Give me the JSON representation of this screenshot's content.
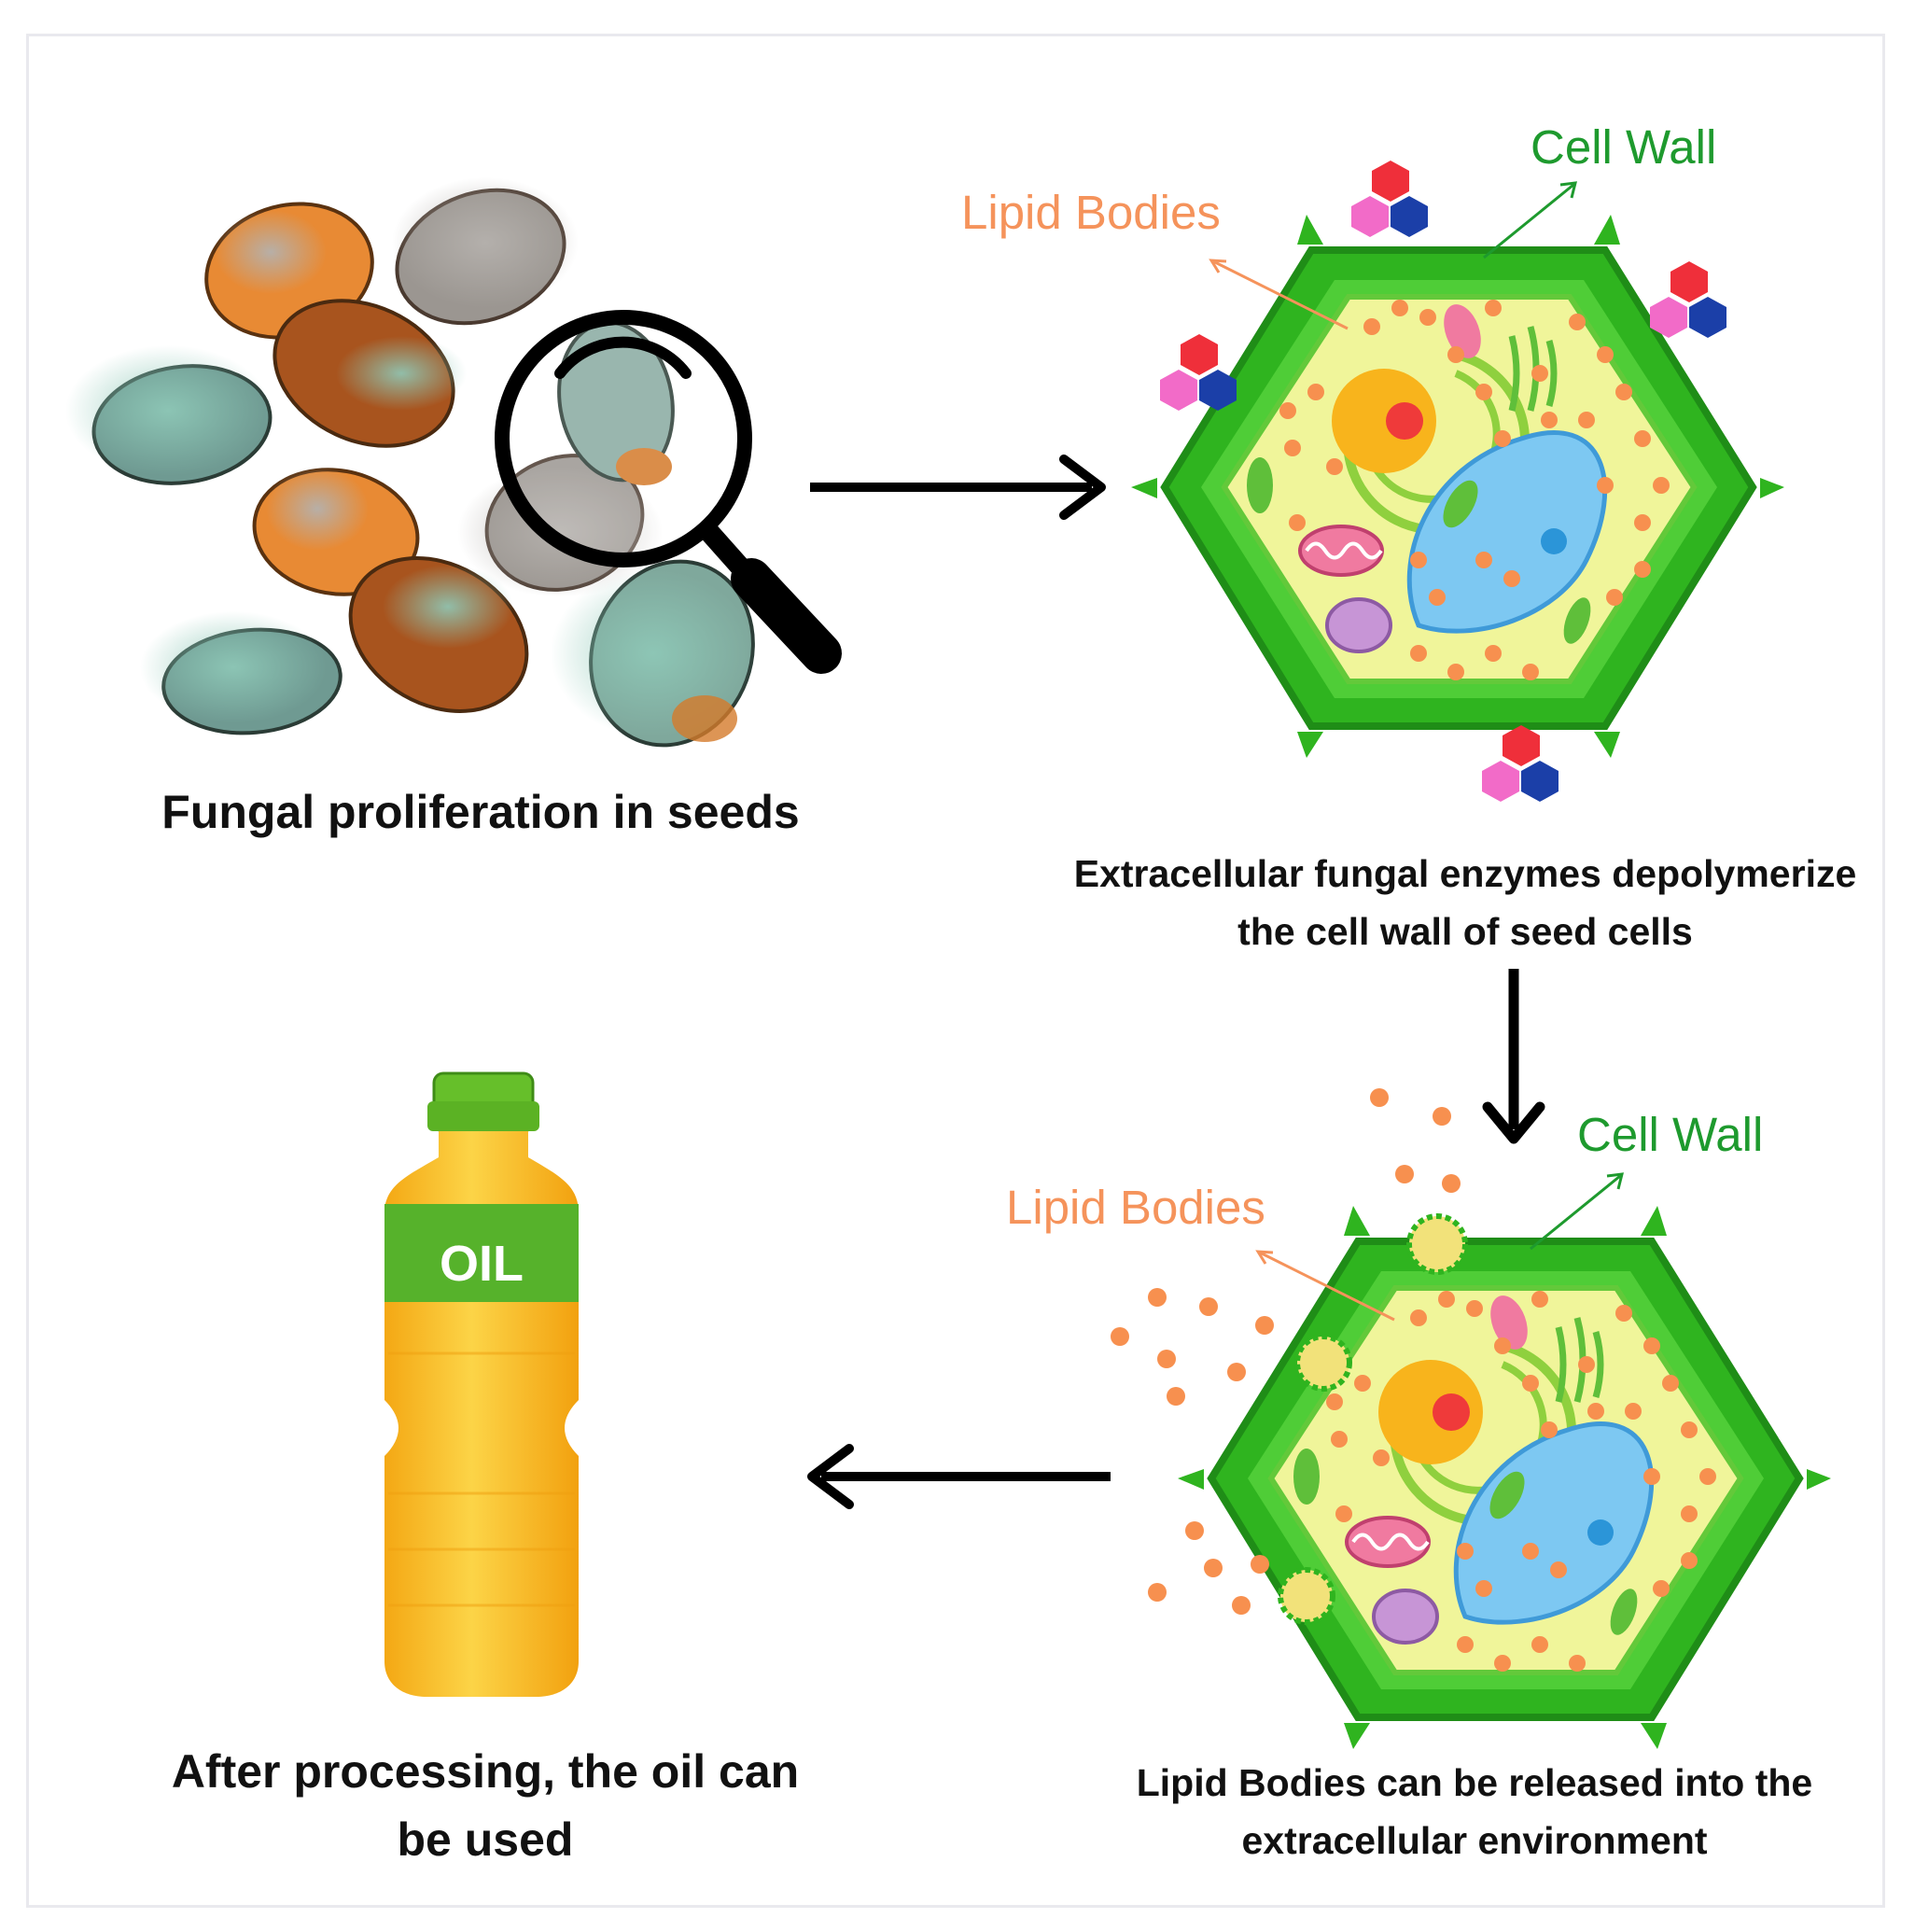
{
  "labels": {
    "cell_wall_top": "Cell Wall",
    "lipid_bodies_top": "Lipid Bodies",
    "cell_wall_bottom": "Cell Wall",
    "lipid_bodies_bottom": "Lipid Bodies",
    "oil_label": "OIL"
  },
  "captions": {
    "fungal": "Fungal proliferation in seeds",
    "enzymes": "Extracellular fungal enzymes depolymerize the cell wall of seed cells",
    "oil_used": "After processing, the oil can be used",
    "released": "Lipid Bodies can be released into the extracellular environment"
  },
  "colors": {
    "cell_wall": "#2fb41f",
    "cytoplasm": "#f0f59a",
    "lipid": "#f7904f",
    "vacuole": "#7dc8f2",
    "label_green": "#1e9a2e",
    "label_orange": "#f5935b",
    "oil": "#f8b81a",
    "bottle_cap": "#66bf2a"
  }
}
